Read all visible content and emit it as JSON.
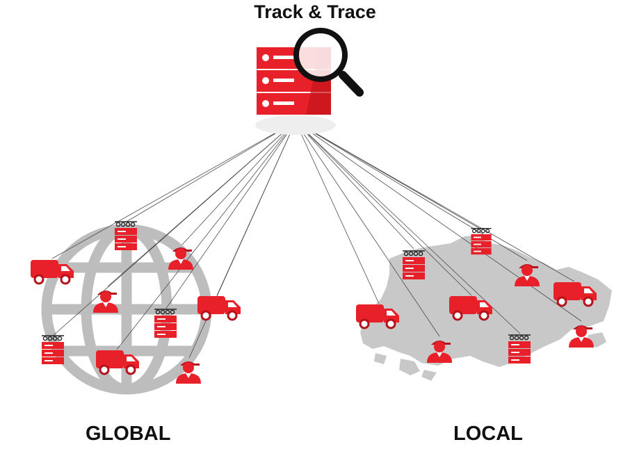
{
  "header": {
    "title": "Track & Trace"
  },
  "regions": {
    "global": {
      "label": "GLOBAL"
    },
    "local": {
      "label": "LOCAL"
    }
  },
  "icons": {
    "hub": "server-magnifier-icon",
    "node_types": [
      "truck-icon",
      "person-icon",
      "server-icon"
    ]
  },
  "colors": {
    "accent_red": "#e8202a",
    "dark_red": "#b5121b",
    "map_gray": "#c8c8c8",
    "globe_gray": "#bdbdbd",
    "line": "#4a4a4a",
    "text": "#111111"
  }
}
